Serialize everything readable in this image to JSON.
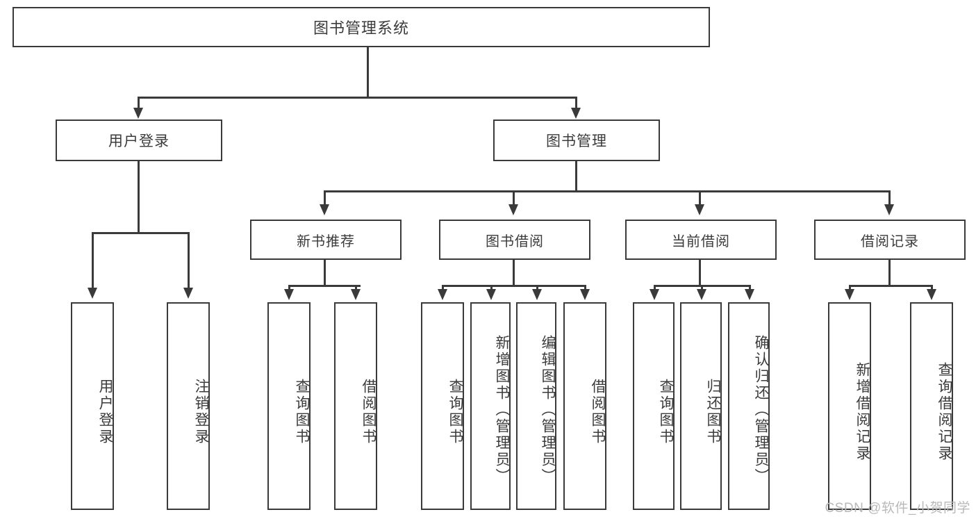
{
  "diagram": {
    "title": "图书管理系统",
    "root": {
      "label": "图书管理系统"
    },
    "level1": [
      {
        "label": "用户登录"
      },
      {
        "label": "图书管理"
      }
    ],
    "level2": [
      {
        "label": "新书推荐"
      },
      {
        "label": "图书借阅"
      },
      {
        "label": "当前借阅"
      },
      {
        "label": "借阅记录"
      }
    ],
    "leaves": {
      "user_login": [
        {
          "label": "用户登录"
        },
        {
          "label": "注销登录"
        }
      ],
      "new_book_recommend": [
        {
          "label": "查询图书"
        },
        {
          "label": "借阅图书"
        }
      ],
      "book_borrow": [
        {
          "label": "查询图书"
        },
        {
          "label": "新增图书（管理员）"
        },
        {
          "label": "编辑图书（管理员）"
        },
        {
          "label": "借阅图书"
        }
      ],
      "current_borrow": [
        {
          "label": "查询图书"
        },
        {
          "label": "归还图书"
        },
        {
          "label": "确认归还（管理员）"
        }
      ],
      "borrow_record": [
        {
          "label": "新增借阅记录"
        },
        {
          "label": "查询借阅记录"
        }
      ]
    }
  },
  "watermark": {
    "text": "CSDN @软件_小贺同学"
  },
  "colors": {
    "stroke": "#3a3a3a",
    "text": "#3b3b3b",
    "background": "#ffffff",
    "watermark": "#b9b9b9"
  },
  "chart_data": {
    "type": "table",
    "title": "图书管理系统 功能结构图",
    "nodes": [
      {
        "level": 0,
        "label": "图书管理系统",
        "parent": null
      },
      {
        "level": 1,
        "label": "用户登录",
        "parent": "图书管理系统"
      },
      {
        "level": 1,
        "label": "图书管理",
        "parent": "图书管理系统"
      },
      {
        "level": 2,
        "label": "用户登录",
        "parent": "用户登录"
      },
      {
        "level": 2,
        "label": "注销登录",
        "parent": "用户登录"
      },
      {
        "level": 2,
        "label": "新书推荐",
        "parent": "图书管理"
      },
      {
        "level": 2,
        "label": "图书借阅",
        "parent": "图书管理"
      },
      {
        "level": 2,
        "label": "当前借阅",
        "parent": "图书管理"
      },
      {
        "level": 2,
        "label": "借阅记录",
        "parent": "图书管理"
      },
      {
        "level": 3,
        "label": "查询图书",
        "parent": "新书推荐"
      },
      {
        "level": 3,
        "label": "借阅图书",
        "parent": "新书推荐"
      },
      {
        "level": 3,
        "label": "查询图书",
        "parent": "图书借阅"
      },
      {
        "level": 3,
        "label": "新增图书（管理员）",
        "parent": "图书借阅"
      },
      {
        "level": 3,
        "label": "编辑图书（管理员）",
        "parent": "图书借阅"
      },
      {
        "level": 3,
        "label": "借阅图书",
        "parent": "图书借阅"
      },
      {
        "level": 3,
        "label": "查询图书",
        "parent": "当前借阅"
      },
      {
        "level": 3,
        "label": "归还图书",
        "parent": "当前借阅"
      },
      {
        "level": 3,
        "label": "确认归还（管理员）",
        "parent": "当前借阅"
      },
      {
        "level": 3,
        "label": "新增借阅记录",
        "parent": "借阅记录"
      },
      {
        "level": 3,
        "label": "查询借阅记录",
        "parent": "借阅记录"
      }
    ]
  }
}
